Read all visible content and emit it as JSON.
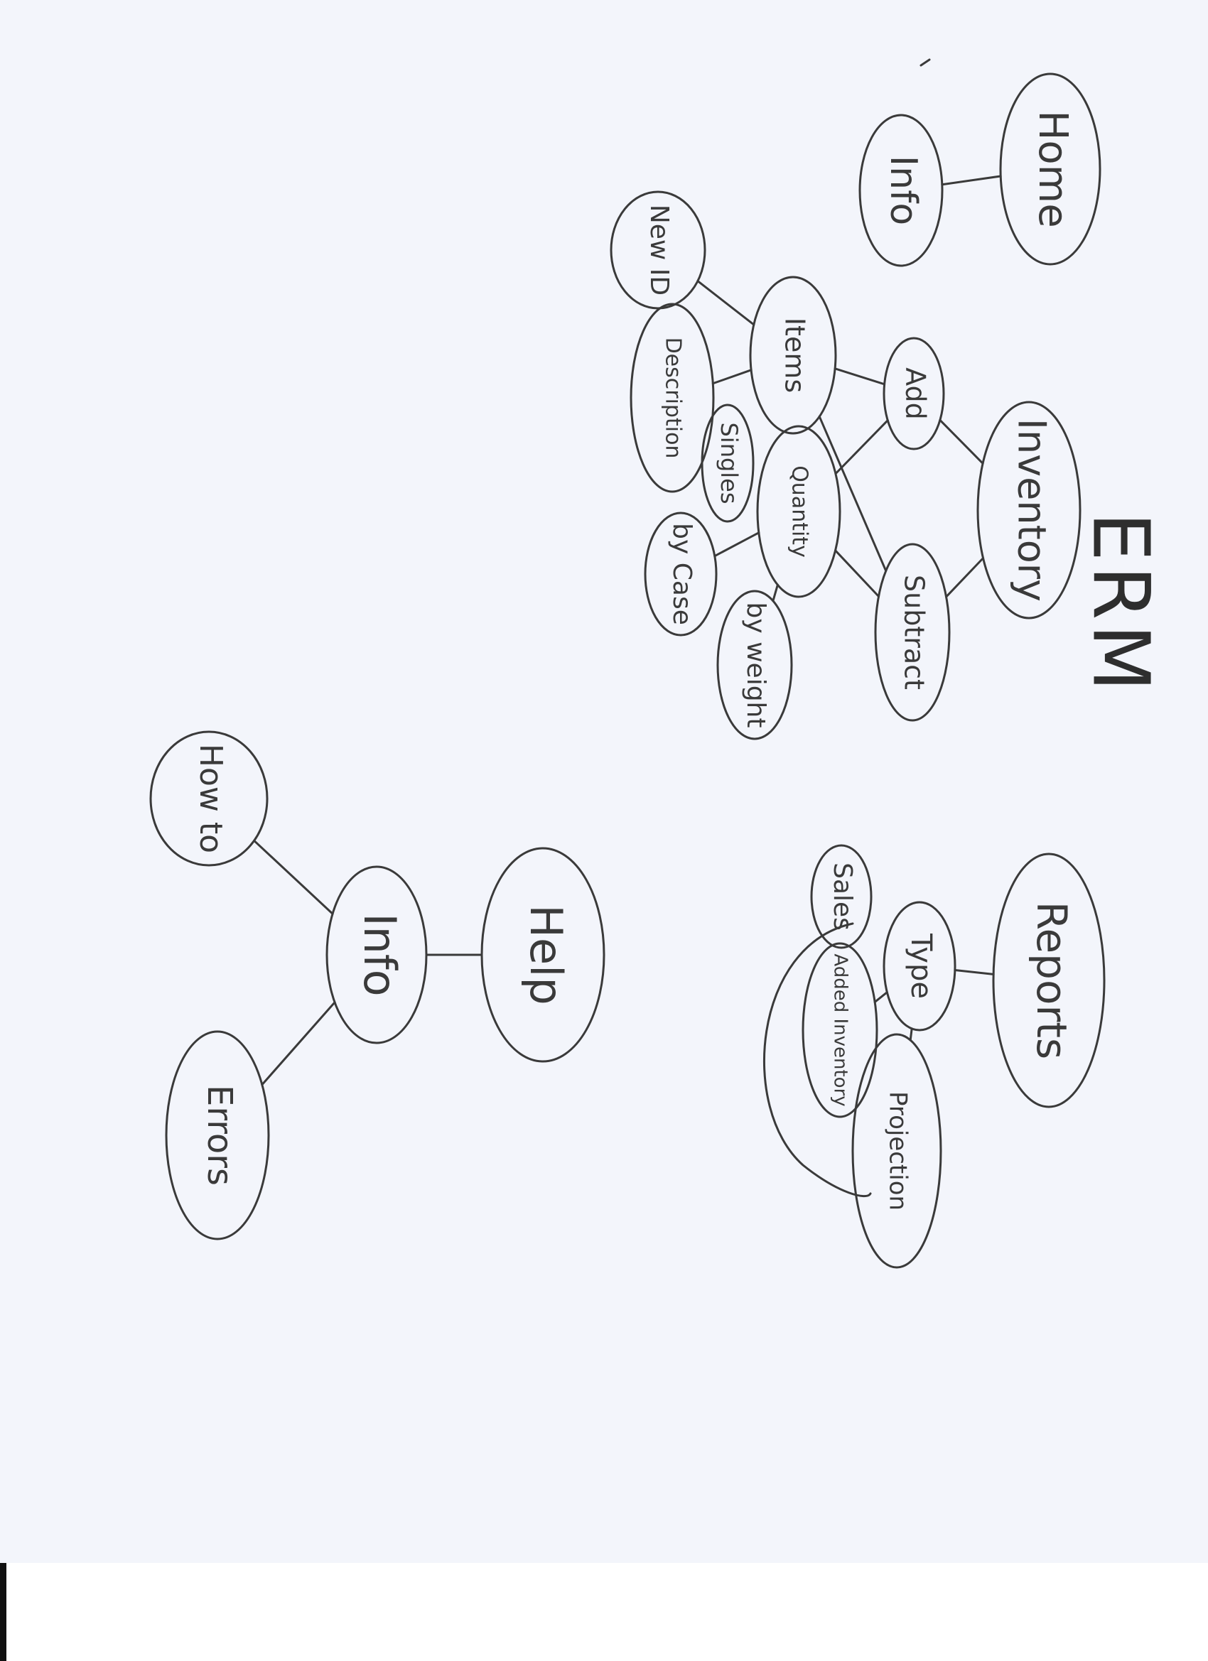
{
  "title": "ERM",
  "nodes": {
    "home": "Home",
    "info_top": "Info",
    "inventory": "Inventory",
    "add": "Add",
    "subtract": "Subtract",
    "items": "Items",
    "new_id": "New ID",
    "description": "Description",
    "quantity": "Quantity",
    "singles": "Singles",
    "by_case": "by Case",
    "by_weight": "by weight",
    "reports": "Reports",
    "type": "Type",
    "sales": "Sales",
    "added_inventory": "Added Inventory",
    "projection": "Projection",
    "help": "Help",
    "info_help": "Info",
    "how_to": "How to",
    "errors": "Errors"
  },
  "edges": [
    [
      "home",
      "info_top"
    ],
    [
      "inventory",
      "add"
    ],
    [
      "inventory",
      "subtract"
    ],
    [
      "add",
      "items"
    ],
    [
      "add",
      "quantity"
    ],
    [
      "subtract",
      "items"
    ],
    [
      "subtract",
      "quantity"
    ],
    [
      "items",
      "new_id"
    ],
    [
      "items",
      "description"
    ],
    [
      "quantity",
      "by_case"
    ],
    [
      "quantity",
      "by_weight"
    ],
    [
      "reports",
      "type"
    ],
    [
      "type",
      "projection"
    ],
    [
      "type",
      "added_inventory"
    ],
    [
      "help",
      "info_help"
    ],
    [
      "info_help",
      "how_to"
    ],
    [
      "info_help",
      "errors"
    ]
  ]
}
